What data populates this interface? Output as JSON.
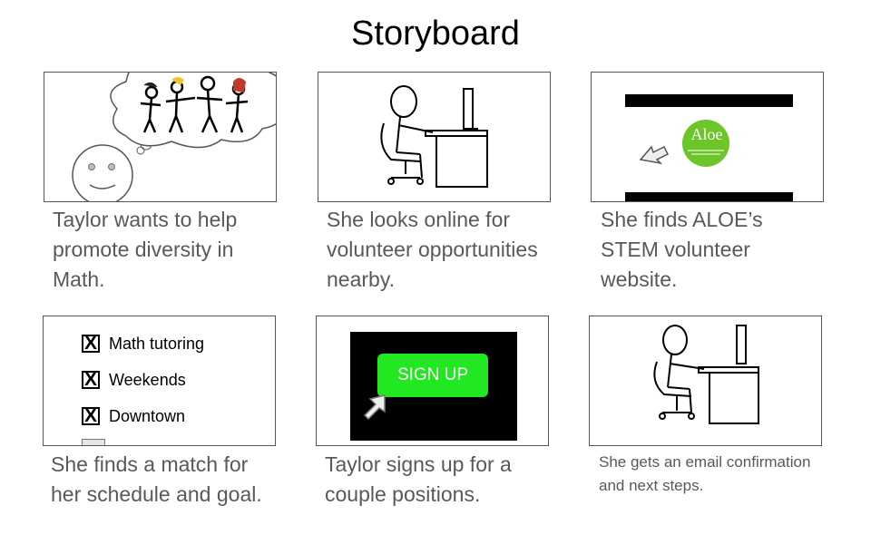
{
  "title": "Storyboard",
  "panels": [
    {
      "caption": "Taylor wants to help promote diversity in Math."
    },
    {
      "caption": "She looks online for volunteer opportunities nearby."
    },
    {
      "caption": "She finds ALOE’s STEM volunteer website.",
      "logo_text": "Aloe"
    },
    {
      "caption": "She finds a match for her schedule and goal.",
      "checklist": [
        "Math tutoring",
        "Weekends",
        "Downtown"
      ],
      "check_mark": "X"
    },
    {
      "caption": "Taylor signs up for a couple positions.",
      "button_label": "SIGN UP"
    },
    {
      "caption": "She gets an email confirmation and next steps."
    }
  ],
  "colors": {
    "caption": "#595959",
    "logo_green": "#6cc62a",
    "button_green": "#22e822"
  }
}
